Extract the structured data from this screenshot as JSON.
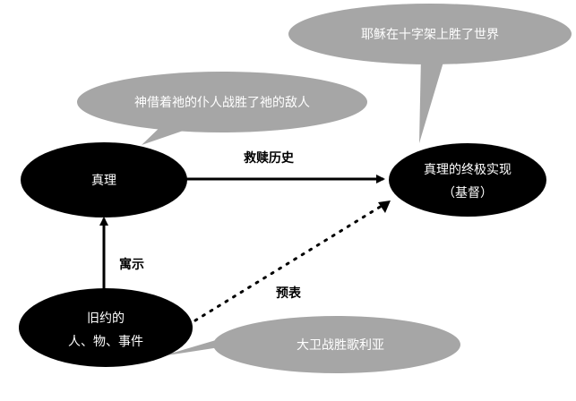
{
  "nodes": {
    "truth": {
      "label": "真理"
    },
    "fulfillment": {
      "line1": "真理的终极实现",
      "line2": "（基督）"
    },
    "old_testament": {
      "line1": "旧约的",
      "line2": "人、物、事件"
    }
  },
  "edges": {
    "redemption": {
      "label": "救赎历史"
    },
    "revelation": {
      "label": "寓示"
    },
    "foreshadow": {
      "label": "预表"
    }
  },
  "bubbles": {
    "top_right": "耶稣在十字架上胜了世界",
    "upper_left": "神借着祂的仆人战胜了祂的敌人",
    "bottom": "大卫战胜歌利亚"
  },
  "colors": {
    "node_fill": "#000000",
    "bubble_fill": "#a6a6a6",
    "text_on_dark": "#ffffff",
    "arrow": "#000000"
  }
}
